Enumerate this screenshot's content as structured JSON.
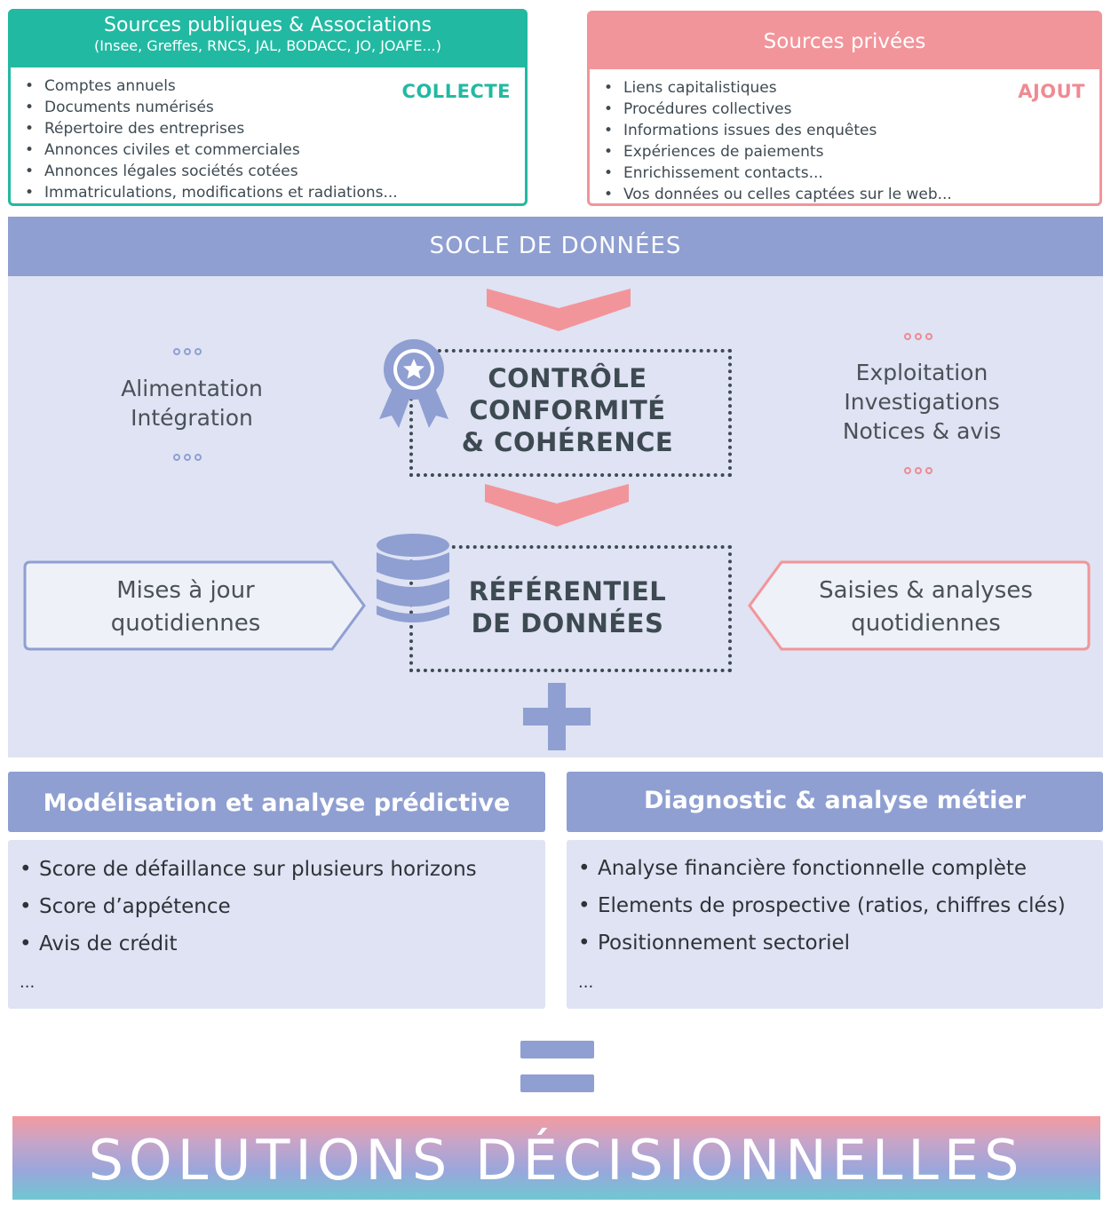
{
  "sources_publiques": {
    "title": "Sources publiques & Associations",
    "subtitle": "(Insee, Greffes, RNCS, JAL, BODACC, JO, JOAFE...)",
    "tag": "COLLECTE",
    "items": [
      "Comptes annuels",
      "Documents numérisés",
      "Répertoire des entreprises",
      "Annonces civiles et commerciales",
      "Annonces légales sociétés cotées",
      "Immatriculations, modifications et radiations..."
    ]
  },
  "sources_privees": {
    "title": "Sources privées",
    "tag": "AJOUT",
    "items": [
      "Liens capitalistiques",
      "Procédures collectives",
      "Informations issues des enquêtes",
      "Expériences de paiements",
      "Enrichissement contacts...",
      "Vos données ou celles captées sur le web..."
    ]
  },
  "socle": {
    "title": "SOCLE DE DONNÉES",
    "left_text": [
      "Alimentation",
      "Intégration"
    ],
    "right_text": [
      "Exploitation",
      "Investigations",
      "Notices & avis"
    ],
    "controle": [
      "CONTRÔLE",
      "CONFORMITÉ",
      "& COHÉRENCE"
    ],
    "referentiel": [
      "RÉFÉRENTIEL",
      "DE DONNÉES"
    ],
    "left_pill": [
      "Mises à jour",
      "quotidiennes"
    ],
    "right_pill": [
      "Saisies & analyses",
      "quotidiennes"
    ]
  },
  "modelisation": {
    "title": "Modélisation et analyse prédictive",
    "items": [
      "Score de défaillance sur plusieurs horizons",
      "Score d’appétence",
      "Avis de crédit"
    ],
    "more": "..."
  },
  "diagnostic": {
    "title": "Diagnostic & analyse métier",
    "items": [
      "Analyse financière fonctionnelle complète",
      "Elements de prospective (ratios, chiffres clés)",
      "Positionnement sectoriel"
    ],
    "more": "..."
  },
  "solutions": "SOLUTIONS  DÉCISIONNELLES",
  "colors": {
    "teal": "#22b9a2",
    "pink": "#f2959a",
    "periwinkle": "#8f9fd2",
    "light_bg": "#dfe3f3",
    "text": "#3e4a52"
  },
  "icons": [
    "award-ribbon-icon",
    "database-icon",
    "chevron-down-icon",
    "plus-icon",
    "equals-icon"
  ]
}
